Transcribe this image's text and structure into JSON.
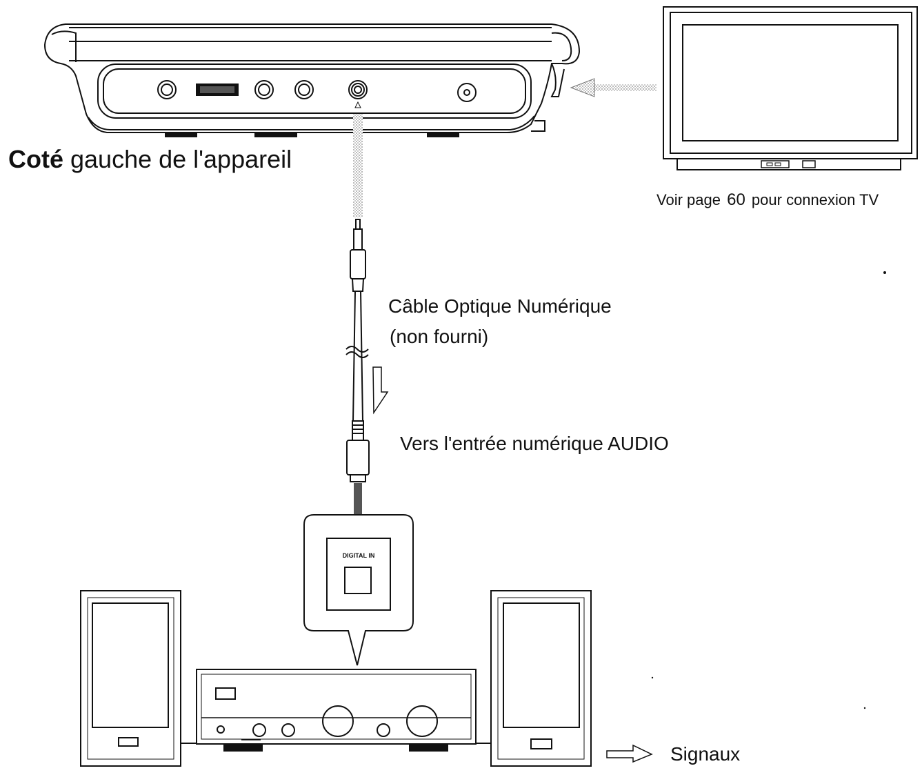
{
  "labels": {
    "device_side_bold": "Coté",
    "device_side_rest": " gauche de l'appareil",
    "tv_note_pre": "Voir page",
    "tv_note_page": "60",
    "tv_note_post": "pour connexion TV",
    "cable_name": "Câble Optique Numérique",
    "cable_note": "(non fourni)",
    "input_note": "Vers l'entrée  numérique AUDIO",
    "port_label": "DIGITAL IN",
    "signals": "Signaux"
  },
  "colors": {
    "ink": "#111111",
    "cable": "#999999",
    "arrow_fill": "#666666"
  }
}
